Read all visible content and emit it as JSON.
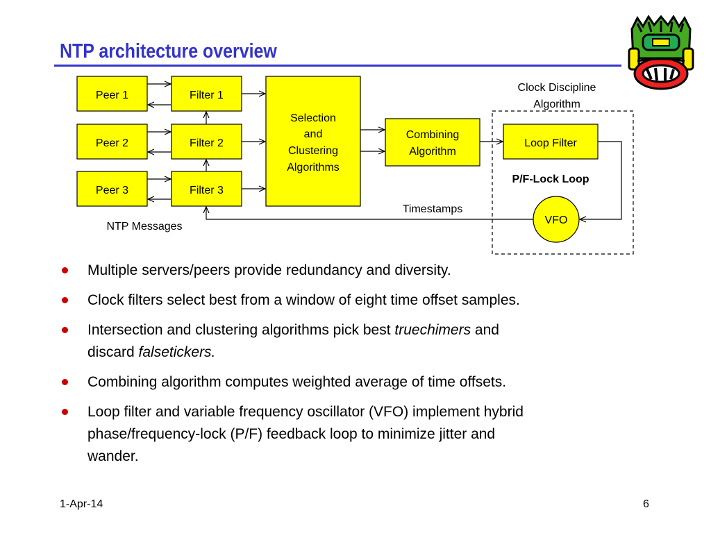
{
  "slide": {
    "title": "NTP architecture overview",
    "colors": {
      "title": "#3333cc",
      "box_fill": "#ffff00",
      "bullet": "#cc0000"
    }
  },
  "diagram": {
    "peers": [
      "Peer 1",
      "Peer 2",
      "Peer 3"
    ],
    "filters": [
      "Filter 1",
      "Filter 2",
      "Filter 3"
    ],
    "selection_lines": [
      "Selection",
      "and",
      "Clustering",
      "Algorithms"
    ],
    "combining_lines": [
      "Combining",
      "Algorithm"
    ],
    "loop_filter": "Loop Filter",
    "vfo": "VFO",
    "clock_discipline_lines": [
      "Clock Discipline",
      "Algorithm"
    ],
    "pf_lock_loop": "P/F-Lock Loop",
    "timestamps": "Timestamps",
    "ntp_messages": "NTP Messages"
  },
  "bullets": [
    {
      "lines": [
        [
          {
            "text": "Multiple servers/peers provide redundancy and diversity."
          }
        ]
      ]
    },
    {
      "lines": [
        [
          {
            "text": "Clock filters select best from a window of eight time offset samples."
          }
        ]
      ]
    },
    {
      "lines": [
        [
          {
            "text": "Intersection and clustering algorithms pick best "
          },
          {
            "text": "truechimers",
            "italic": true
          },
          {
            "text": " and"
          }
        ],
        [
          {
            "text": "discard "
          },
          {
            "text": "falsetickers.",
            "italic": true
          }
        ]
      ]
    },
    {
      "lines": [
        [
          {
            "text": "Combining algorithm computes weighted average of time offsets."
          }
        ]
      ]
    },
    {
      "lines": [
        [
          {
            "text": "Loop filter and variable frequency oscillator (VFO) implement hybrid"
          }
        ],
        [
          {
            "text": "phase/frequency-lock (P/F) feedback loop to minimize jitter and"
          }
        ],
        [
          {
            "text": "wander."
          }
        ]
      ]
    }
  ],
  "footer": {
    "date": "1-Apr-14",
    "page": "6"
  },
  "logo": {
    "icon": "mayan-mask-logo"
  }
}
